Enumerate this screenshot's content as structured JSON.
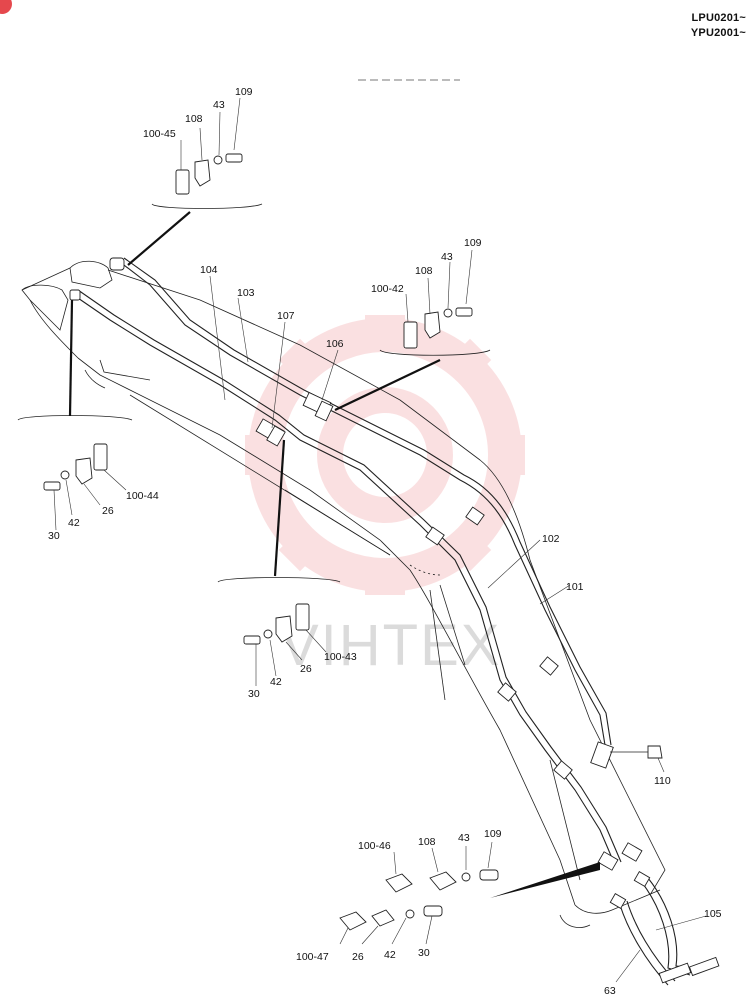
{
  "header": {
    "serial_1": "LPU0201~",
    "serial_2": "YPU2001~"
  },
  "watermark": {
    "text": "VIHTEX",
    "color": "#e5484d"
  },
  "callouts": {
    "top_group": [
      "109",
      "43",
      "108",
      "100-45"
    ],
    "mid_right_group": [
      "109",
      "43",
      "108",
      "100-42"
    ],
    "left_group": [
      "30",
      "42",
      "26",
      "100-44"
    ],
    "center_group": [
      "30",
      "42",
      "26",
      "100-43"
    ],
    "bottom_group_a": [
      "100-46",
      "108",
      "43",
      "109"
    ],
    "bottom_group_b": [
      "100-47",
      "26",
      "42",
      "30"
    ],
    "pipes": [
      "101",
      "102",
      "103",
      "104",
      "105",
      "106",
      "107",
      "110",
      "63"
    ]
  }
}
